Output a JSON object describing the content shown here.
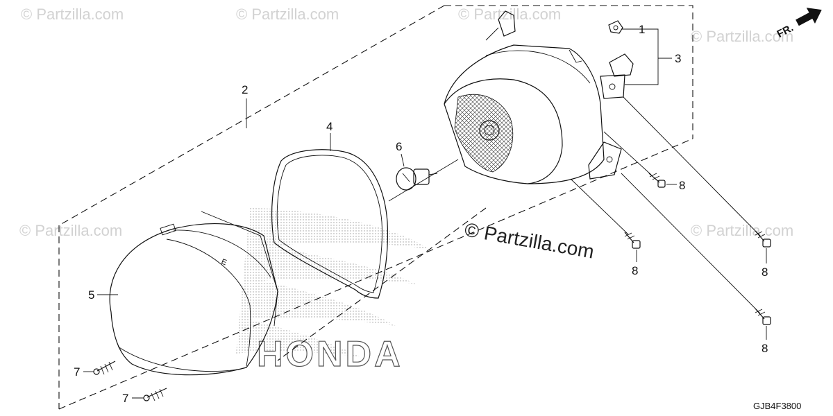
{
  "watermark": {
    "text": "© Partzilla.com",
    "center_text": "© Partzilla.com"
  },
  "brand_watermark": "HONDA",
  "direction_indicator": {
    "label": "FR."
  },
  "diagram_code": "GJB4F3800",
  "callouts": {
    "c1": "1",
    "c2": "2",
    "c3": "3",
    "c4": "4",
    "c5": "5",
    "c6": "6",
    "c7a": "7",
    "c7b": "7",
    "c8a": "8",
    "c8b": "8",
    "c8c": "8",
    "c8d": "8"
  },
  "colors": {
    "line": "#111111",
    "watermark": "#d2d2d2",
    "background": "#ffffff"
  }
}
